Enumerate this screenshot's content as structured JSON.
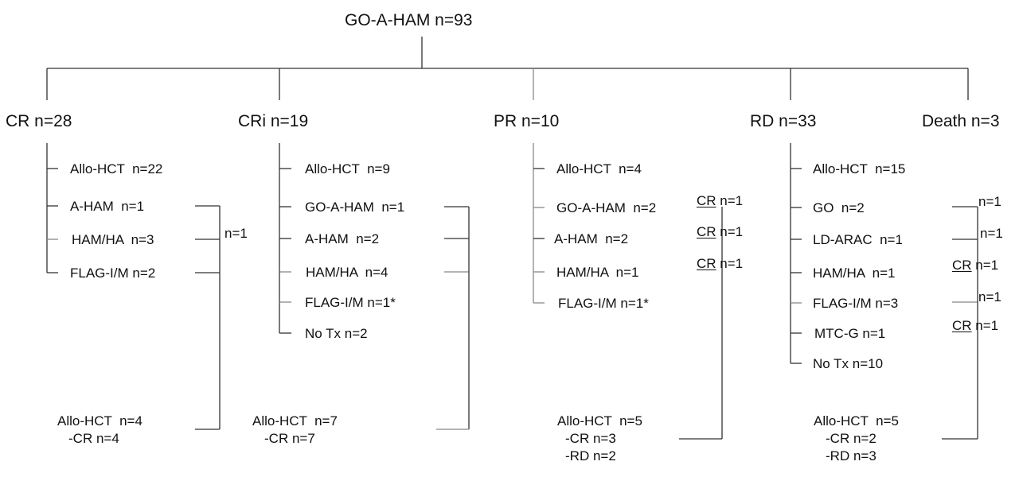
{
  "root": {
    "label": "GO-A-HAM n=93"
  },
  "branches": [
    {
      "id": "cr",
      "label": "CR n=28",
      "children": [
        "Allo-HCT  n=22",
        "A-HAM  n=1",
        "HAM/HA  n=3",
        "FLAG-I/M n=2"
      ],
      "merge_label": "n=1",
      "outcome": [
        "Allo-HCT  n=4",
        "-CR n=4"
      ]
    },
    {
      "id": "cri",
      "label": "CRi n=19",
      "children": [
        "Allo-HCT  n=9",
        "GO-A-HAM  n=1",
        "A-HAM  n=2",
        "HAM/HA  n=4",
        "FLAG-I/M n=1*",
        "No Tx n=2"
      ],
      "outcome": [
        "Allo-HCT  n=7",
        "-CR n=7"
      ]
    },
    {
      "id": "pr",
      "label": "PR n=10",
      "children": [
        "Allo-HCT  n=4",
        "GO-A-HAM  n=2",
        "A-HAM  n=2",
        "HAM/HA  n=1",
        "FLAG-I/M n=1*"
      ],
      "responses": [
        {
          "status": "CR",
          "count": "n=1"
        },
        {
          "status": "CR",
          "count": "n=1"
        },
        {
          "status": "CR",
          "count": "n=1"
        }
      ],
      "outcome": [
        "Allo-HCT  n=5",
        "-CR n=3",
        "-RD n=2"
      ]
    },
    {
      "id": "rd",
      "label": "RD n=33",
      "children": [
        "Allo-HCT  n=15",
        "GO  n=2",
        "LD-ARAC  n=1",
        "HAM/HA  n=1",
        "FLAG-I/M n=3",
        "MTC-G n=1",
        "No Tx n=10"
      ],
      "responses": [
        {
          "status": "",
          "count": "n=1"
        },
        {
          "status": "",
          "count": "n=1"
        },
        {
          "status": "CR",
          "count": "n=1"
        },
        {
          "status": "",
          "count": "n=1"
        },
        {
          "status": "CR",
          "count": "n=1"
        }
      ],
      "outcome": [
        "Allo-HCT  n=5",
        "-CR n=2",
        "-RD n=3"
      ]
    },
    {
      "id": "death",
      "label": "Death n=3"
    }
  ]
}
